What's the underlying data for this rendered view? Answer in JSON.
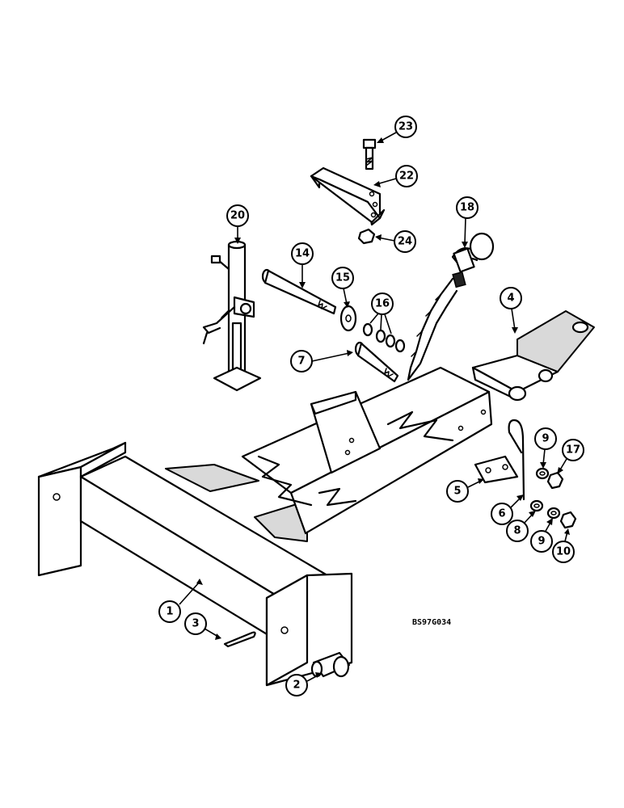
{
  "figure_code": "BS97G034",
  "callouts": [
    "1",
    "2",
    "3",
    "4",
    "5",
    "6",
    "7",
    "8",
    "9",
    "9",
    "10",
    "14",
    "15",
    "16",
    "17",
    "18",
    "20",
    "22",
    "23",
    "24"
  ]
}
